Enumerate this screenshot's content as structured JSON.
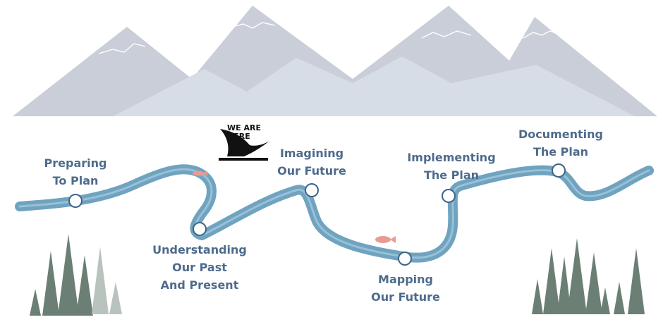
{
  "marker": {
    "line1": "WE ARE",
    "line2": "HERE"
  },
  "steps": [
    {
      "line1": "Preparing",
      "line2": "To Plan"
    },
    {
      "line1": "Understanding",
      "line2": "Our Past",
      "line3": "And Present"
    },
    {
      "line1": "Imagining",
      "line2": "Our Future"
    },
    {
      "line1": "Mapping",
      "line2": "Our Future"
    },
    {
      "line1": "Implementing",
      "line2": "The Plan"
    },
    {
      "line1": "Documenting",
      "line2": "The Plan"
    }
  ],
  "colors": {
    "mountain_back": "#c9ced8",
    "mountain_front": "#d7dde6",
    "river": "#6fa3c0",
    "river_light": "#a9cde0",
    "label": "#4e6b8c",
    "tree_dark": "#6b7f74",
    "tree_light": "#b9c3bd",
    "fish": "#e99a93"
  }
}
